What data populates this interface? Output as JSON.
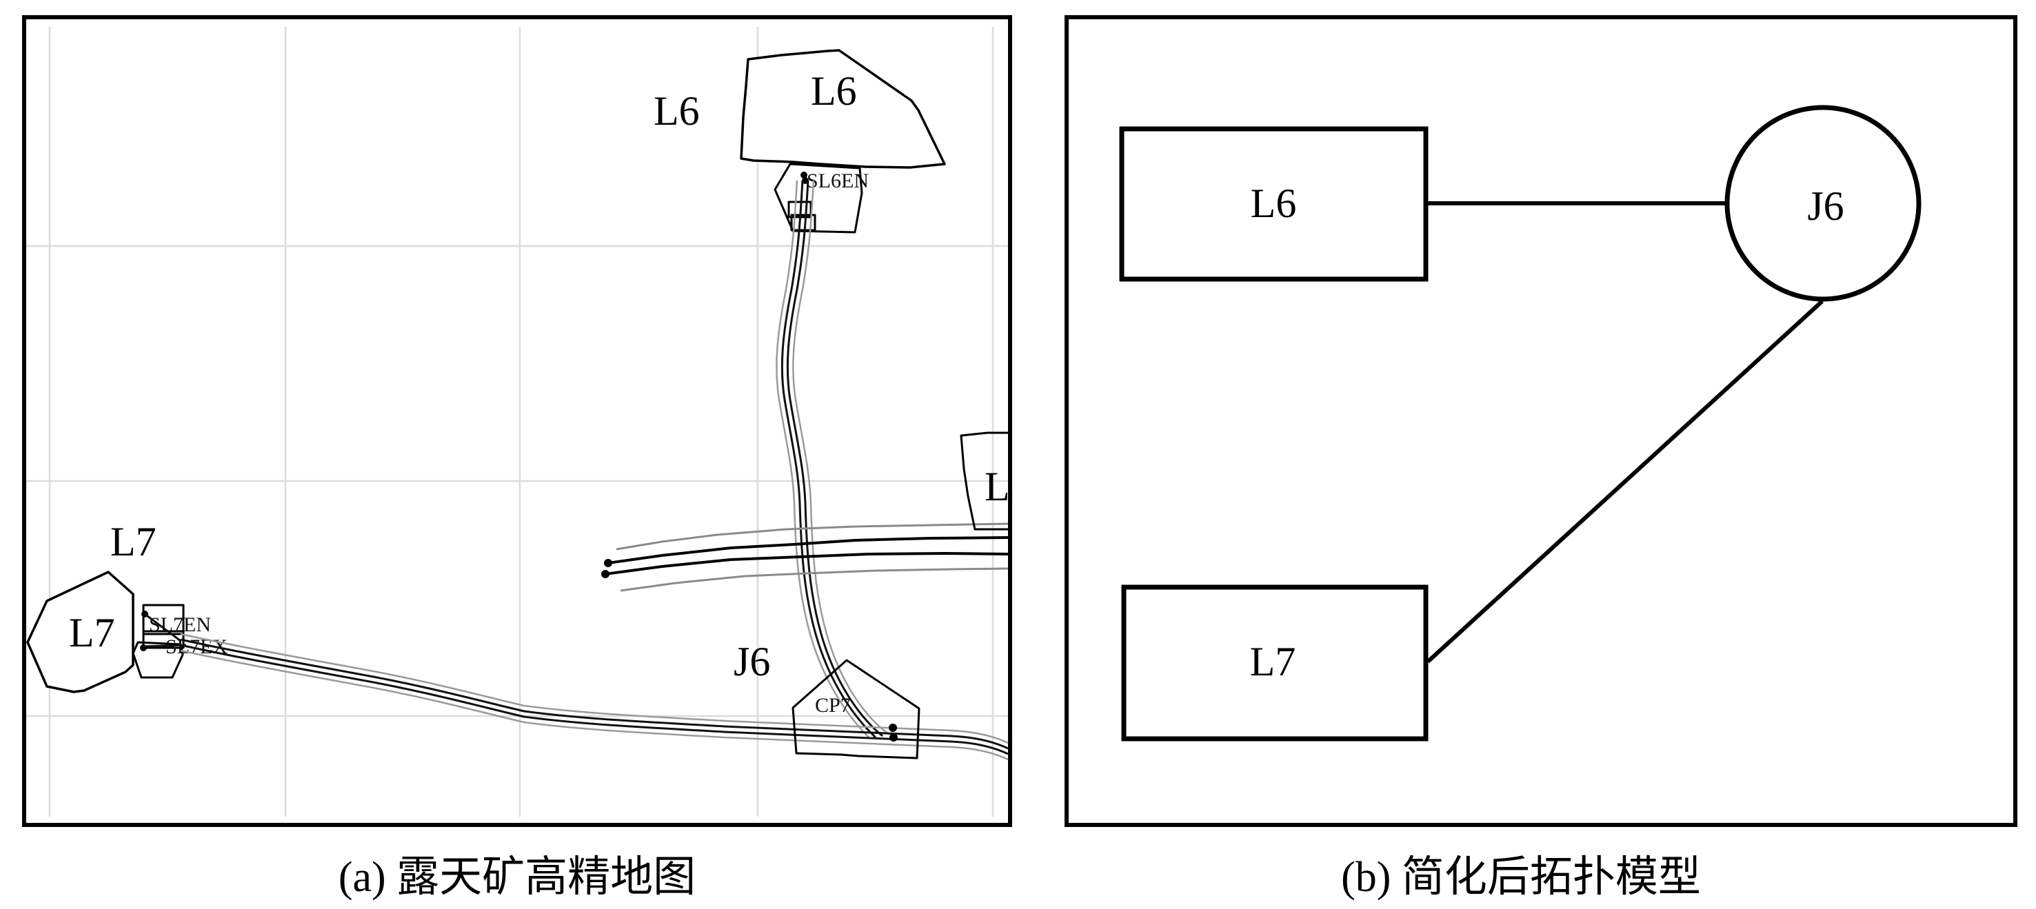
{
  "figure": {
    "panel_a": {
      "caption": "(a) 露天矿高精地图",
      "labels": {
        "loading_area_l6_outer": "L6",
        "loading_area_l6_inner": "L6",
        "loading_area_l7_outer": "L7",
        "loading_area_l7_inner": "L7",
        "junction_j6": "J6",
        "partial_area_right": "L",
        "l6_entry_tag": "SL6EN",
        "l7_entry_tag": "SL7EN",
        "l7_exit_tag": "SL7EX",
        "junction_tag": "CP7"
      }
    },
    "panel_b": {
      "caption": "(b) 简化后拓扑模型",
      "nodes": [
        {
          "id": "L6",
          "label": "L6",
          "type": "loading-area"
        },
        {
          "id": "J6",
          "label": "J6",
          "type": "junction"
        },
        {
          "id": "L7",
          "label": "L7",
          "type": "loading-area"
        }
      ],
      "edges": [
        {
          "from": "L6",
          "to": "J6"
        },
        {
          "from": "L7",
          "to": "J6"
        }
      ]
    }
  }
}
